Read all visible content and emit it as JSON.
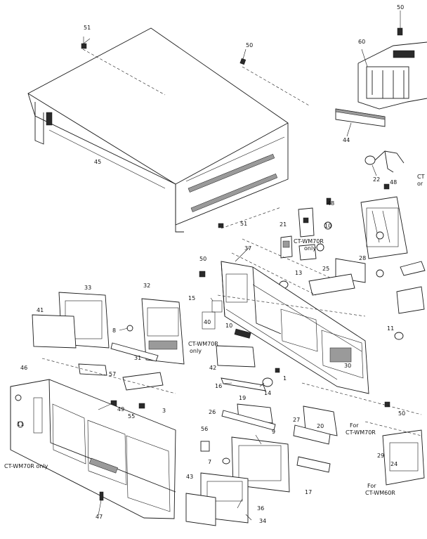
{
  "part_labels": {
    "p1": "50",
    "p2": "51",
    "p3": "50",
    "p4": "45",
    "p5": "60",
    "p6": "44",
    "p7": "22",
    "p8": "48",
    "p9": "48",
    "p10": "51",
    "p11": "21",
    "p12": "10",
    "p13": "37",
    "p14": "50",
    "p15": "13",
    "p16": "25",
    "p17": "28",
    "p18": "15",
    "p19": "40",
    "p20": "10",
    "p21": "11",
    "p22": "33",
    "p23": "32",
    "p24": "41",
    "p25": "8",
    "p26": "31",
    "p27": "42",
    "p28": "30",
    "p29": "57",
    "p30": "46",
    "p31": "16",
    "p32": "14",
    "p33": "1",
    "p34": "3",
    "p35": "55",
    "p36": "49",
    "p37": "19",
    "p38": "26",
    "p39": "9",
    "p40": "27",
    "p41": "20",
    "p42": "50",
    "p43": "56",
    "p44": "7",
    "p45": "17",
    "p46": "29",
    "p47": "24",
    "p48": "43",
    "p49": "36",
    "p50": "34",
    "p51": "47",
    "p52": "11"
  },
  "notes": {
    "n1_line1": "CT-WM70R",
    "n1_line2": "only",
    "n2_line1": "CT-WM70R",
    "n2_line2": "only",
    "n3": "CT-WM70R  only",
    "n4_line1": "For",
    "n4_line2": "CT-WM70R",
    "n5_line1": "For",
    "n5_line2": "CT-WM60R",
    "n6_line1": "CT",
    "n6_line2": "or"
  }
}
